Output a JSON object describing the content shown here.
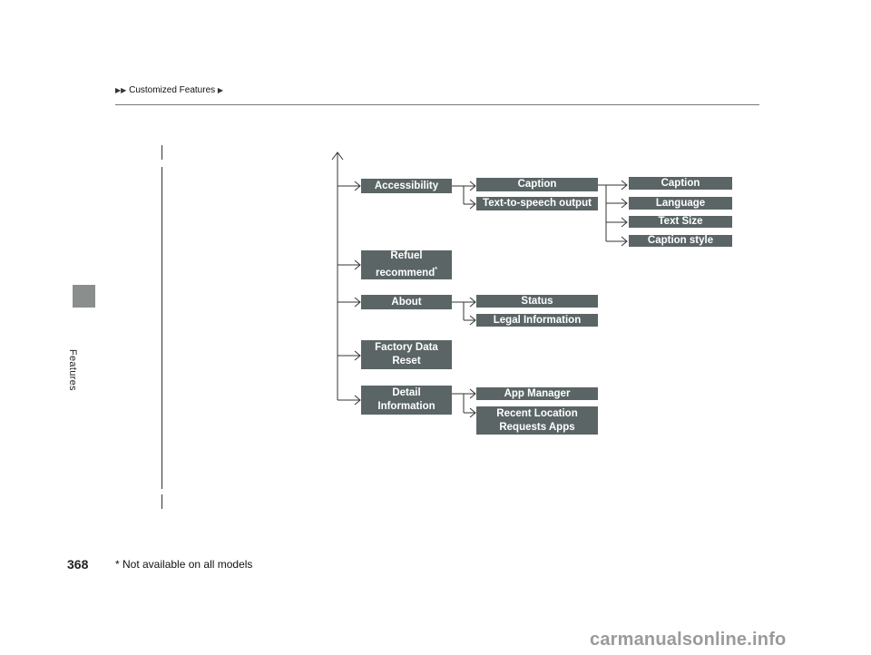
{
  "breadcrumb": {
    "section": "Customized Features"
  },
  "side_tab": {
    "label": "Features"
  },
  "page_number": "368",
  "footnote": "* Not available on all models",
  "watermark": "carmanualsonline.info",
  "menu": {
    "accessibility": "Accessibility",
    "caption": "Caption",
    "tts_output": "Text-to-speech output",
    "caption_sub": "Caption",
    "language": "Language",
    "text_size": "Text Size",
    "caption_style": "Caption style",
    "refuel_line1": "Refuel",
    "refuel_line2": "recommend",
    "refuel_mark": "*",
    "about": "About",
    "status": "Status",
    "legal": "Legal Information",
    "factory_line1": "Factory Data",
    "factory_line2": "Reset",
    "detail_line1": "Detail",
    "detail_line2": "Information",
    "app_manager": "App Manager",
    "recent_line1": "Recent Location",
    "recent_line2": "Requests Apps"
  },
  "colors": {
    "node_fill": "#5b6566",
    "node_text": "#ffffff",
    "connector": "#333333"
  }
}
